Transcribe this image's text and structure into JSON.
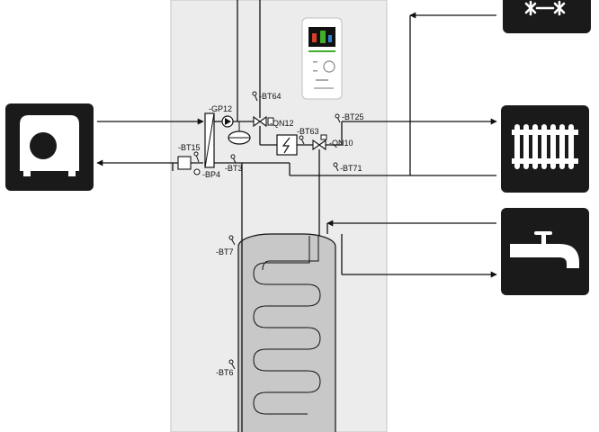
{
  "diagram": {
    "labels": {
      "gp12": "-GP12",
      "bt64": "-BT64",
      "qn12": "-QN12",
      "bt25": "-BT25",
      "bt63": "-BT63",
      "qn10": "-QN10",
      "bt15": "-BT15",
      "bp4": "-BP4",
      "bt3": "-BT3",
      "bt71": "-BT71",
      "bt7": "-BT7",
      "bt6": "-BT6"
    },
    "icons": {
      "outdoor_unit": "outdoor-unit-icon",
      "cooling": "snowflake-icon",
      "heating": "radiator-icon",
      "hot_water": "water-tap-icon",
      "display": "control-display-icon"
    },
    "colors": {
      "cabinet": "#ececec",
      "tank": "#c8c8c8",
      "icon_bg": "#1a1a1a",
      "line": "#111111",
      "screen_green": "#3fae2a"
    }
  }
}
